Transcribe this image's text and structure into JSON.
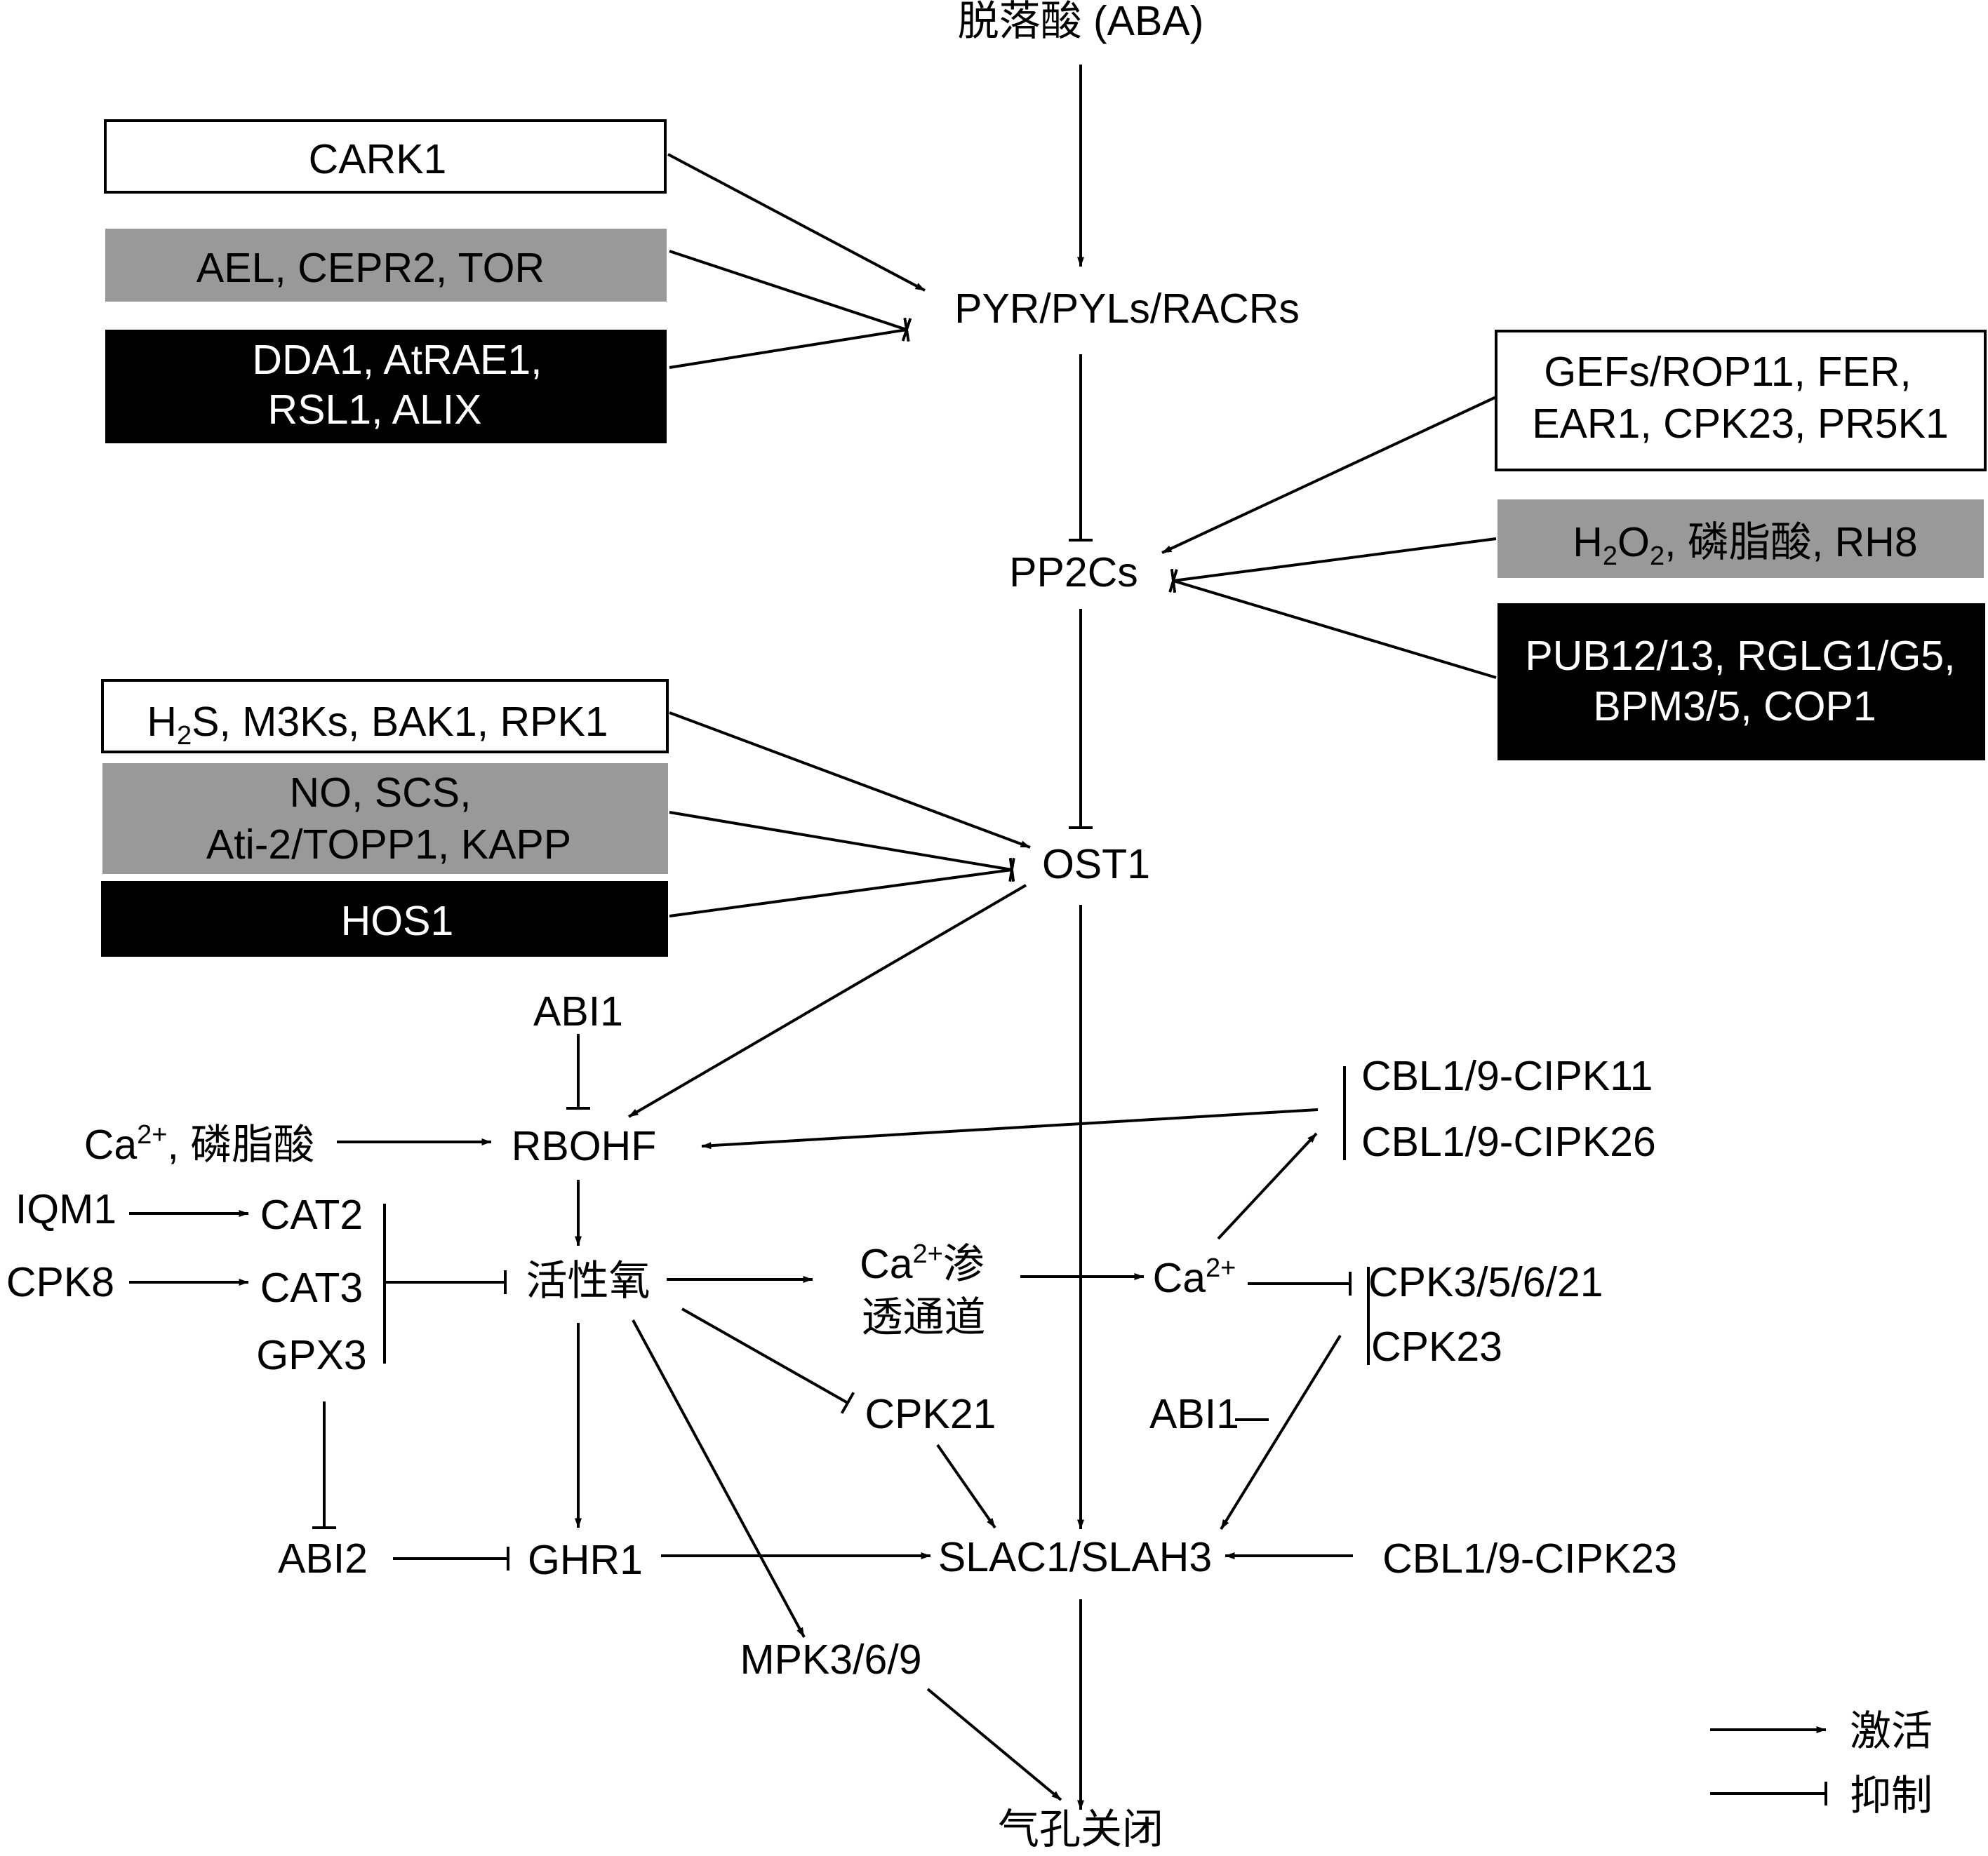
{
  "colors": {
    "white_box": "#ffffff",
    "gray_box": "#999999",
    "black_box": "#000000",
    "line": "#000000",
    "text": "#000000",
    "text_on_black": "#ffffff"
  },
  "nodes": {
    "aba": "脱落酸 (ABA)",
    "pyr": "PYR/PYLs/RACRs",
    "pp2cs": "PP2Cs",
    "ost1": "OST1",
    "abi1_top": "ABI1",
    "rbohf": "RBOHF",
    "ros": "活性氧",
    "ca_channel": {
      "base": "Ca",
      "sup": "2+",
      "rest": "渗",
      "line2": "透通道"
    },
    "ca": {
      "base": "Ca",
      "sup": "2+"
    },
    "ca_pa": {
      "base": "Ca",
      "sup": "2+",
      "rest": ", 磷脂酸"
    },
    "iqm1": "IQM1",
    "cpk8": "CPK8",
    "cat2": "CAT2",
    "cat3": "CAT3",
    "gpx3": "GPX3",
    "abi2": "ABI2",
    "ghr1": "GHR1",
    "cpk21": "CPK21",
    "abi1_mid": "ABI1",
    "slac1": "SLAC1/SLAH3",
    "mpk": "MPK3/6/9",
    "closure": "气孔关闭",
    "cbl_11": "CBL1/9-CIPK11",
    "cbl_26": "CBL1/9-CIPK26",
    "cpk3": "CPK3/5/6/21",
    "cpk23": "CPK23",
    "cbl_23": "CBL1/9-CIPK23"
  },
  "boxes": {
    "cark1": {
      "lines": [
        "CARK1"
      ],
      "fill": "white"
    },
    "ael": {
      "lines": [
        "AEL, CEPR2, TOR"
      ],
      "fill": "gray"
    },
    "dda1": {
      "lines": [
        "DDA1, AtRAE1,",
        "RSL1, ALIX"
      ],
      "fill": "black"
    },
    "gefs": {
      "lines": [
        "GEFs/ROP11, FER,",
        "EAR1, CPK23, PR5K1"
      ],
      "fill": "white"
    },
    "h2o2": {
      "lines": [
        {
          "base": "H",
          "sub": "2",
          "mid": "O",
          "sub2": "2",
          "rest": ", 磷脂酸, RH8"
        }
      ],
      "fill": "gray"
    },
    "pub12": {
      "lines": [
        "PUB12/13, RGLG1/G5,",
        "BPM3/5, COP1"
      ],
      "fill": "black"
    },
    "h2s": {
      "lines": [
        {
          "base": "H",
          "sub": "2",
          "rest": "S, M3Ks, BAK1, RPK1"
        }
      ],
      "fill": "white"
    },
    "no": {
      "lines": [
        "NO, SCS,",
        "Ati-2/TOPP1, KAPP"
      ],
      "fill": "gray"
    },
    "hos1": {
      "lines": [
        "HOS1"
      ],
      "fill": "black"
    }
  },
  "legend": {
    "activate": "激活",
    "inhibit": "抑制"
  },
  "edges": [
    {
      "from": "脱落酸 (ABA)",
      "to": "PYR/PYLs/RACRs",
      "type": "activate"
    },
    {
      "from": "CARK1",
      "to": "PYR/PYLs/RACRs",
      "type": "activate"
    },
    {
      "from": "AEL, CEPR2, TOR",
      "to": "PYR/PYLs/RACRs",
      "type": "inhibit"
    },
    {
      "from": "DDA1, AtRAE1, RSL1, ALIX",
      "to": "PYR/PYLs/RACRs",
      "type": "inhibit"
    },
    {
      "from": "PYR/PYLs/RACRs",
      "to": "PP2Cs",
      "type": "inhibit"
    },
    {
      "from": "GEFs/ROP11, FER, EAR1, CPK23, PR5K1",
      "to": "PP2Cs",
      "type": "activate"
    },
    {
      "from": "H2O2, 磷脂酸, RH8",
      "to": "PP2Cs",
      "type": "inhibit"
    },
    {
      "from": "PUB12/13, RGLG1/G5, BPM3/5, COP1",
      "to": "PP2Cs",
      "type": "inhibit"
    },
    {
      "from": "PP2Cs",
      "to": "OST1",
      "type": "inhibit"
    },
    {
      "from": "H2S, M3Ks, BAK1, RPK1",
      "to": "OST1",
      "type": "activate"
    },
    {
      "from": "NO, SCS, Ati-2/TOPP1, KAPP",
      "to": "OST1",
      "type": "inhibit"
    },
    {
      "from": "HOS1",
      "to": "OST1",
      "type": "inhibit"
    },
    {
      "from": "OST1",
      "to": "RBOHF",
      "type": "activate"
    },
    {
      "from": "OST1",
      "to": "SLAC1/SLAH3",
      "type": "activate"
    },
    {
      "from": "ABI1",
      "to": "RBOHF",
      "type": "inhibit"
    },
    {
      "from": "Ca2+, 磷脂酸",
      "to": "RBOHF",
      "type": "activate"
    },
    {
      "from": "CBL1/9-CIPK11 / CBL1/9-CIPK26",
      "to": "RBOHF",
      "type": "activate"
    },
    {
      "from": "RBOHF",
      "to": "活性氧",
      "type": "activate"
    },
    {
      "from": "IQM1",
      "to": "CAT2",
      "type": "activate"
    },
    {
      "from": "CPK8",
      "to": "CAT3",
      "type": "activate"
    },
    {
      "from": "CAT2 / CAT3 / GPX3",
      "to": "活性氧",
      "type": "inhibit"
    },
    {
      "from": "CAT2 / CAT3 / GPX3",
      "to": "ABI2",
      "type": "inhibit"
    },
    {
      "from": "活性氧",
      "to": "Ca2+渗透通道",
      "type": "activate"
    },
    {
      "from": "Ca2+渗透通道",
      "to": "Ca2+",
      "type": "activate"
    },
    {
      "from": "Ca2+",
      "to": "CBL1/9-CIPK11 / CBL1/9-CIPK26",
      "type": "activate"
    },
    {
      "from": "Ca2+",
      "to": "CPK3/5/6/21 / CPK23",
      "type": "inhibit"
    },
    {
      "from": "CPK3/5/6/21 / CPK23",
      "to": "SLAC1/SLAH3",
      "type": "activate"
    },
    {
      "from": "ABI1",
      "to": "CPK3/5/6/21 / CPK23",
      "type": "inhibit"
    },
    {
      "from": "活性氧",
      "to": "CPK21",
      "type": "inhibit"
    },
    {
      "from": "CPK21",
      "to": "SLAC1/SLAH3",
      "type": "activate"
    },
    {
      "from": "活性氧",
      "to": "GHR1",
      "type": "activate"
    },
    {
      "from": "活性氧",
      "to": "MPK3/6/9",
      "type": "activate"
    },
    {
      "from": "ABI2",
      "to": "GHR1",
      "type": "inhibit"
    },
    {
      "from": "GHR1",
      "to": "SLAC1/SLAH3",
      "type": "activate"
    },
    {
      "from": "CBL1/9-CIPK23",
      "to": "SLAC1/SLAH3",
      "type": "activate"
    },
    {
      "from": "SLAC1/SLAH3",
      "to": "气孔关闭",
      "type": "activate"
    },
    {
      "from": "MPK3/6/9",
      "to": "气孔关闭",
      "type": "activate"
    }
  ]
}
